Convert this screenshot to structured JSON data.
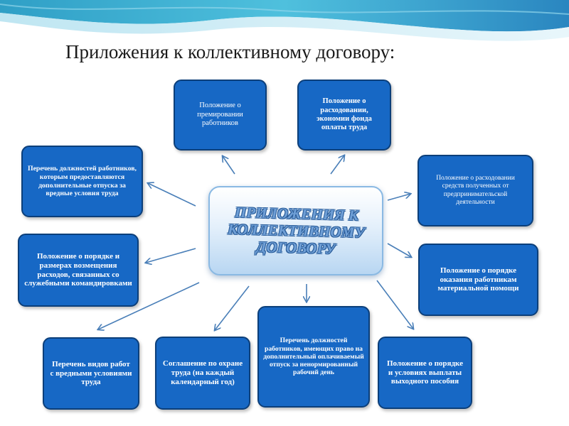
{
  "slide": {
    "title": "Приложения к коллективному договору:",
    "center_label": "ПРИЛОЖЕНИЯ К\nКОЛЛЕКТИВНОМУ\nДОГОВОРУ"
  },
  "boxes": {
    "bonus": "Положение о премировании работников",
    "expenses_economy": "Положение о расходовании, экономии фонда оплаты труда",
    "harmful_positions": "Перечень должностей работников, которым предоставляются дополнительные отпуска за вредные условия труда",
    "entrepreneurial": "Положение о расходовании средств полученных от предпринимательской деятельности",
    "business_trips": "Положение о порядке и размерах возмещения расходов, связанных со служебными командировками",
    "material_aid": "Положение о порядке оказания работникам материальной помощи",
    "harmful_works": "Перечень видов работ с вредными условиями труда",
    "labor_protection": "Соглашение по охране труда (на каждый календарный год)",
    "irregular_day": "Перечень должностей работников, имеющих право на дополнительный оплачиваемый отпуск за ненормированный рабочий день",
    "severance": "Положение о порядке и условиях выплаты выходного пособия"
  },
  "colors": {
    "box_fill": "#1768c5",
    "box_border": "#0c3f7a",
    "arrow": "#4a7fb8",
    "center_text": "#6f9fd6"
  }
}
